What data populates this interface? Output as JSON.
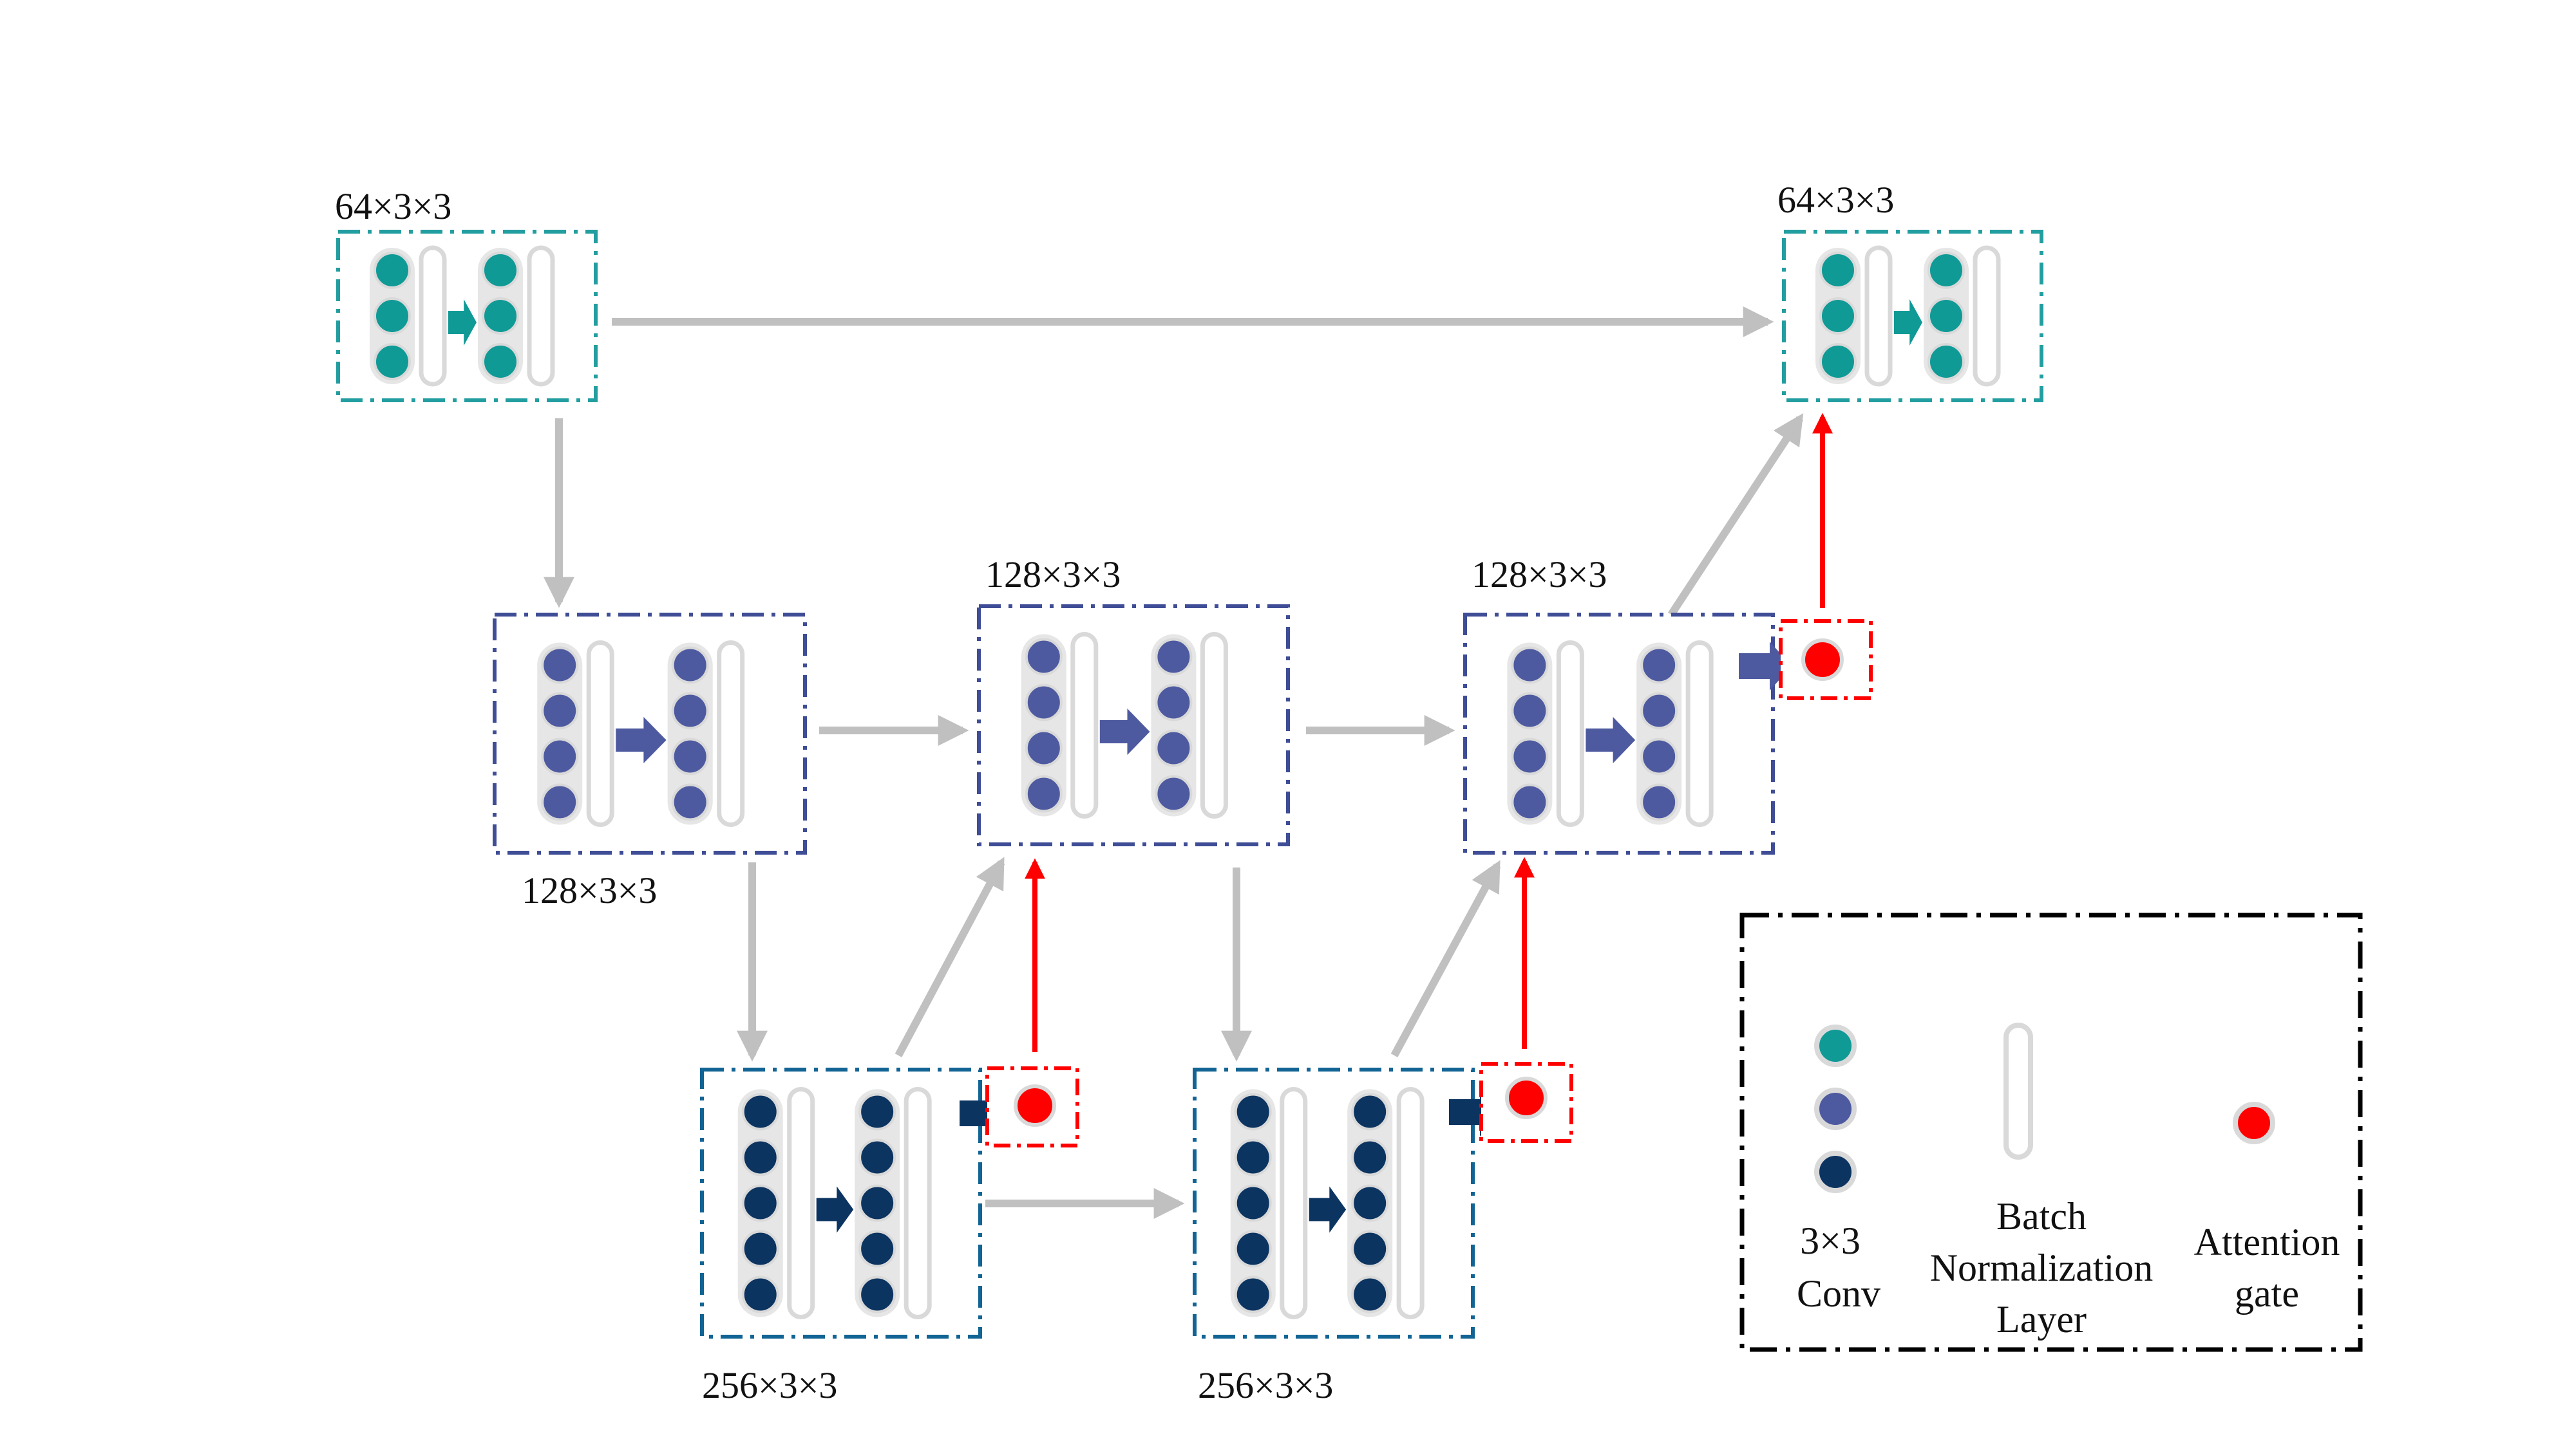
{
  "colors": {
    "teal": "#0f9a96",
    "purple": "#4e5aa0",
    "navy": "#0c3461",
    "red": "#ff0000",
    "gray": "#c0c0c0",
    "black": "#000000",
    "teal_border": "#239ea0",
    "purple_border": "#3f4d96",
    "navy_border": "#126494"
  },
  "icons": {
    "conv_unit": "filled-circle-node",
    "bn_layer": "rounded-vertical-bar",
    "transition": "block-right-arrow",
    "attention": "red-circle-in-dashed-box"
  },
  "diagram": {
    "blocks": [
      {
        "id": "enc1",
        "label": "64×3×3",
        "conv_units_per_column": 3,
        "color": "teal"
      },
      {
        "id": "enc2",
        "label": "128×3×3",
        "conv_units_per_column": 4,
        "color": "purple"
      },
      {
        "id": "mid2",
        "label": "128×3×3",
        "conv_units_per_column": 4,
        "color": "purple"
      },
      {
        "id": "dec2",
        "label": "128×3×3",
        "conv_units_per_column": 4,
        "color": "purple"
      },
      {
        "id": "dec1",
        "label": "64×3×3",
        "conv_units_per_column": 3,
        "color": "teal"
      },
      {
        "id": "enc3",
        "label": "256×3×3",
        "conv_units_per_column": 5,
        "color": "navy"
      },
      {
        "id": "dec3",
        "label": "256×3×3",
        "conv_units_per_column": 5,
        "color": "navy"
      }
    ],
    "attention_gates": [
      {
        "id": "ag1",
        "from": "enc3",
        "to": "mid2"
      },
      {
        "id": "ag2",
        "from": "dec3",
        "to": "dec2"
      },
      {
        "id": "ag3",
        "from": "dec2",
        "to": "dec1"
      }
    ]
  },
  "legend": {
    "conv_label_line1": "3×3",
    "conv_label_line2": "Conv",
    "bn_label_line1": "Batch",
    "bn_label_line2": "Normalization",
    "bn_label_line3": "Layer",
    "attention_label_line1": "Attention",
    "attention_label_line2": "gate"
  }
}
